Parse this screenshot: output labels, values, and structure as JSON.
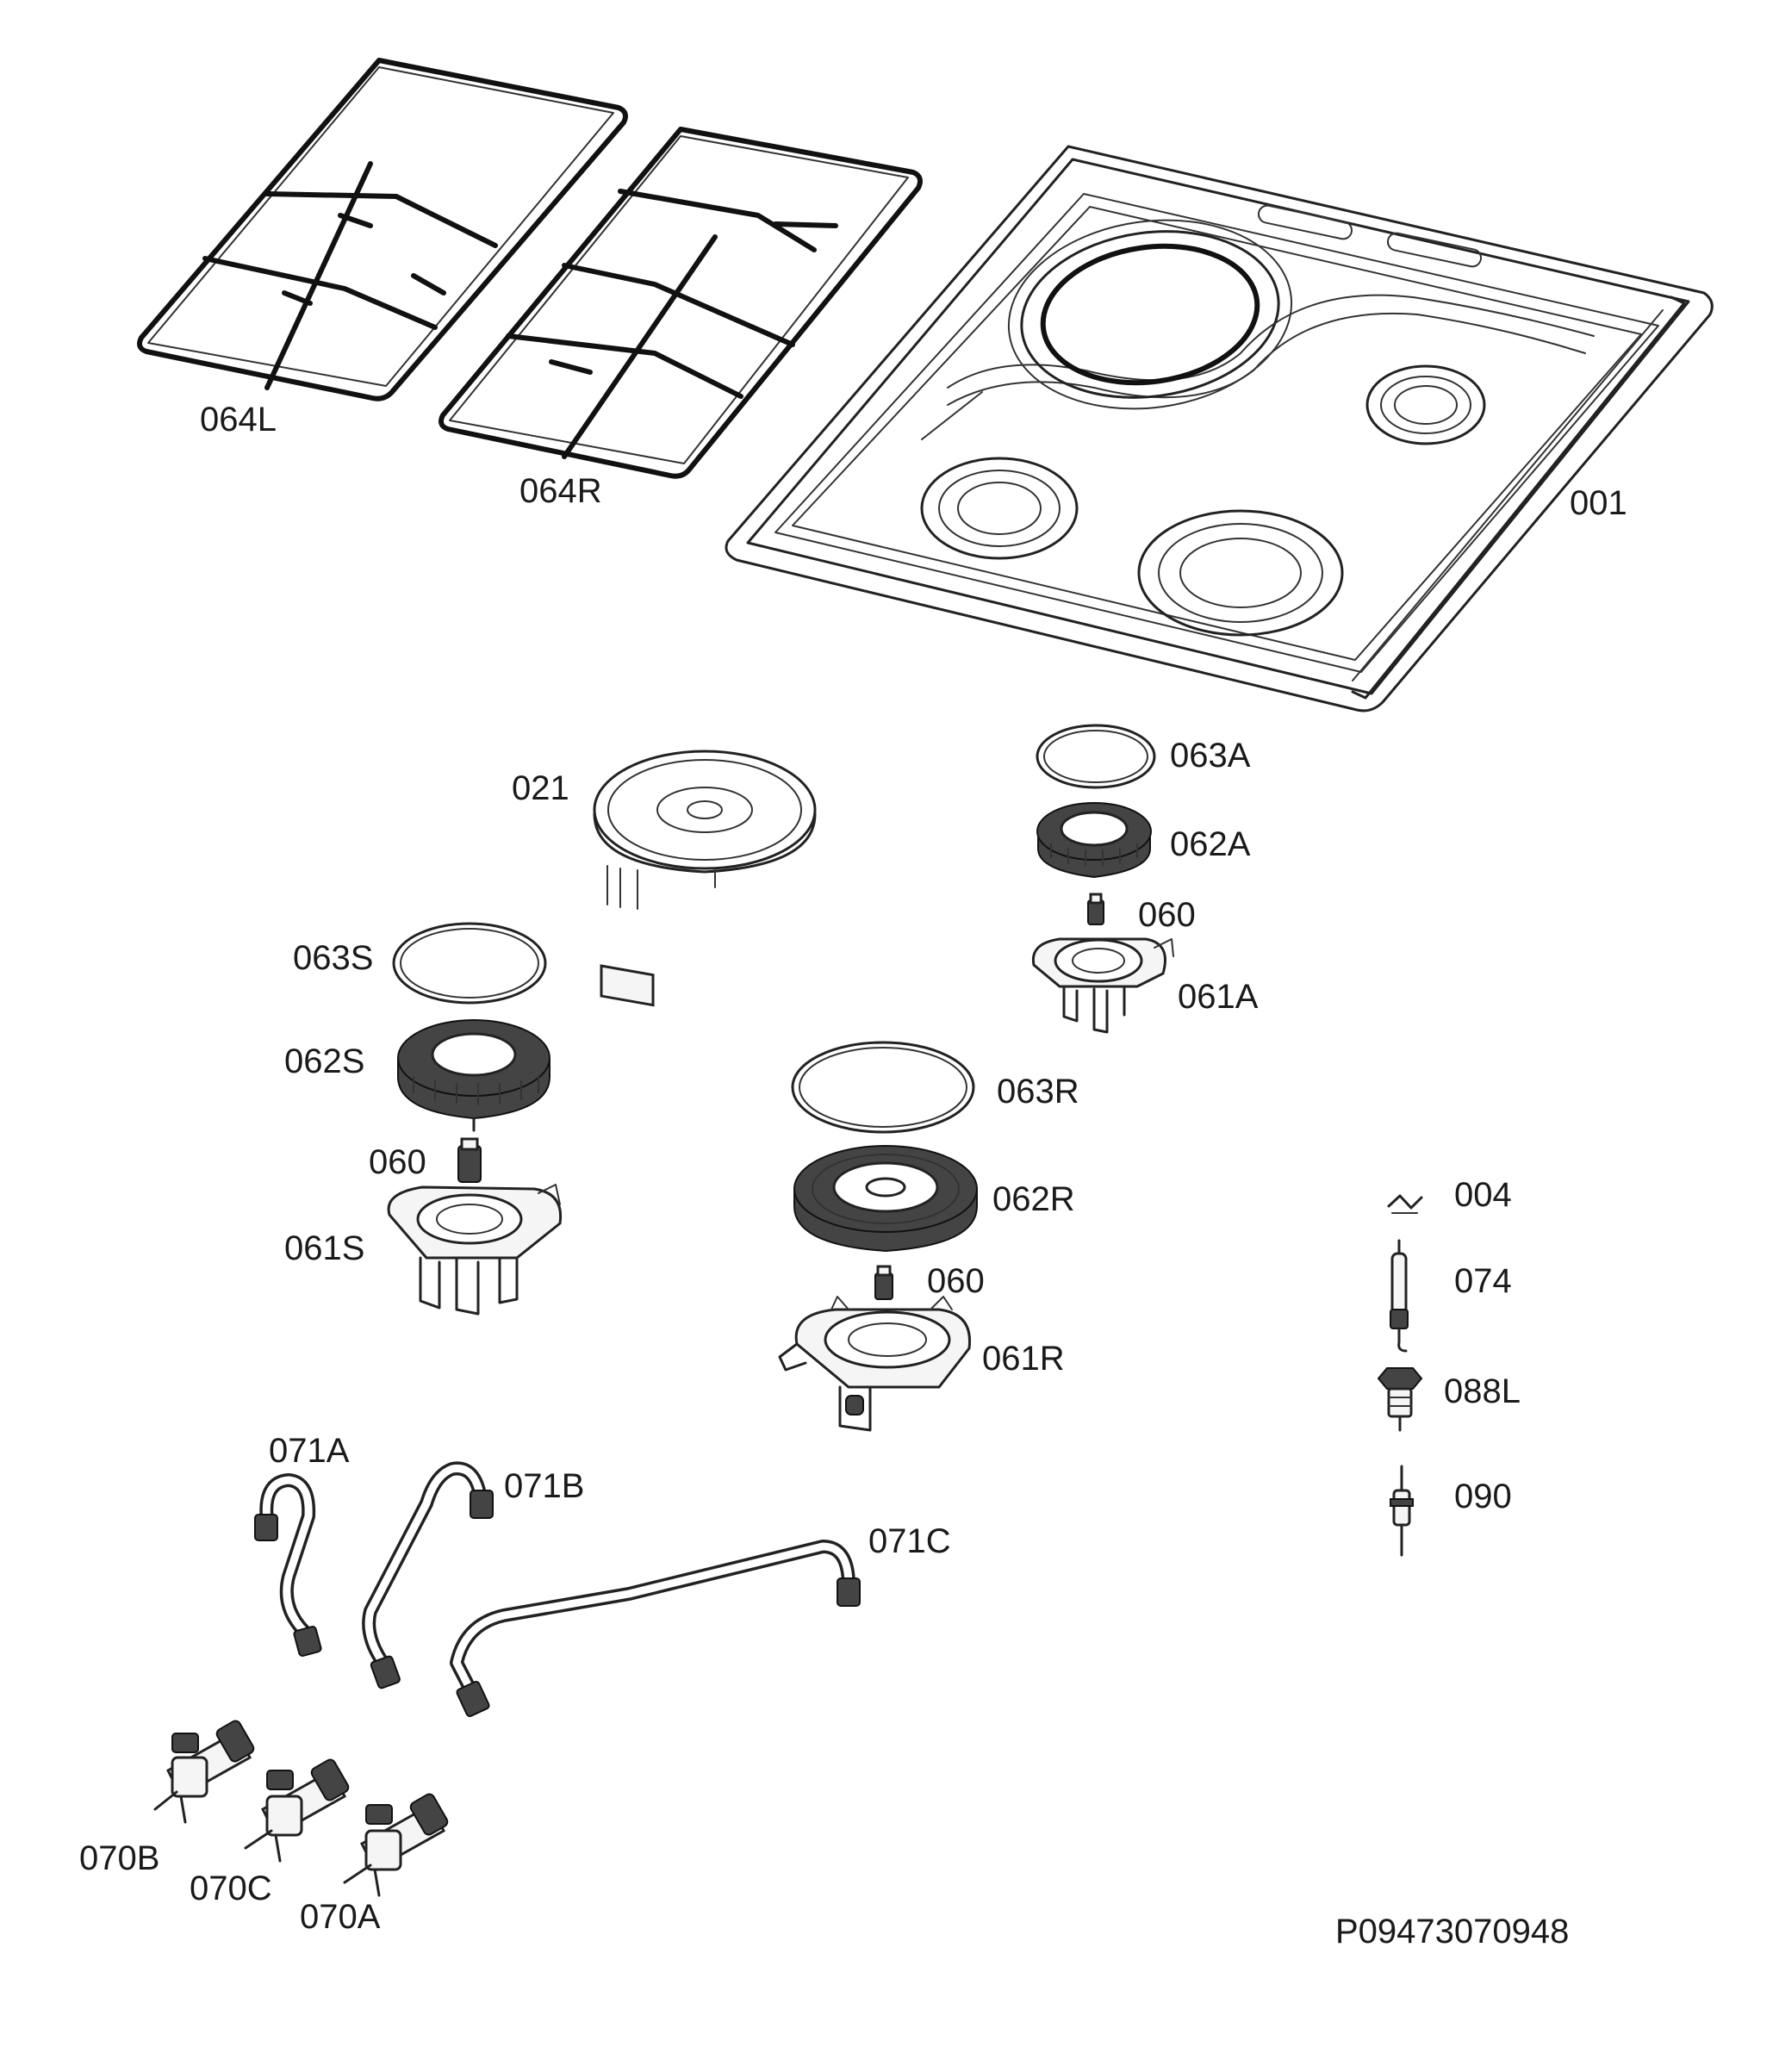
{
  "labels": {
    "p001": "001",
    "p004": "004",
    "p021": "021",
    "p060_a": "060",
    "p060_s": "060",
    "p060_r": "060",
    "p061A": "061A",
    "p061S": "061S",
    "p061R": "061R",
    "p062A": "062A",
    "p062S": "062S",
    "p062R": "062R",
    "p063A": "063A",
    "p063S": "063S",
    "p063R": "063R",
    "p064L": "064L",
    "p064R": "064R",
    "p070A": "070A",
    "p070B": "070B",
    "p070C": "070C",
    "p071A": "071A",
    "p071B": "071B",
    "p071C": "071C",
    "p074": "074",
    "p088L": "088L",
    "p090": "090"
  },
  "drawing_code": "P09473070948"
}
